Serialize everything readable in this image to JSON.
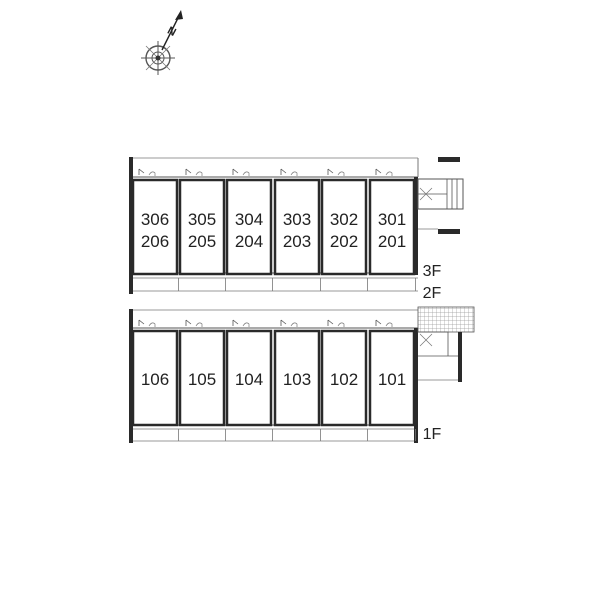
{
  "compass": {
    "north_label": "N",
    "icon": "compass-rose-icon",
    "direction": "north-east"
  },
  "upper_block": {
    "units": [
      {
        "top": "306",
        "bottom": "206"
      },
      {
        "top": "305",
        "bottom": "205"
      },
      {
        "top": "304",
        "bottom": "204"
      },
      {
        "top": "303",
        "bottom": "203"
      },
      {
        "top": "302",
        "bottom": "202"
      },
      {
        "top": "301",
        "bottom": "201"
      }
    ],
    "floor_labels": [
      "3F",
      "2F"
    ]
  },
  "lower_block": {
    "units": [
      "106",
      "105",
      "104",
      "103",
      "102",
      "101"
    ],
    "floor_label": "1F"
  },
  "colors": {
    "wall": "#2a2a2a",
    "line": "#555555",
    "light": "#9a9a9a",
    "hatch": "#b0b0b0"
  }
}
